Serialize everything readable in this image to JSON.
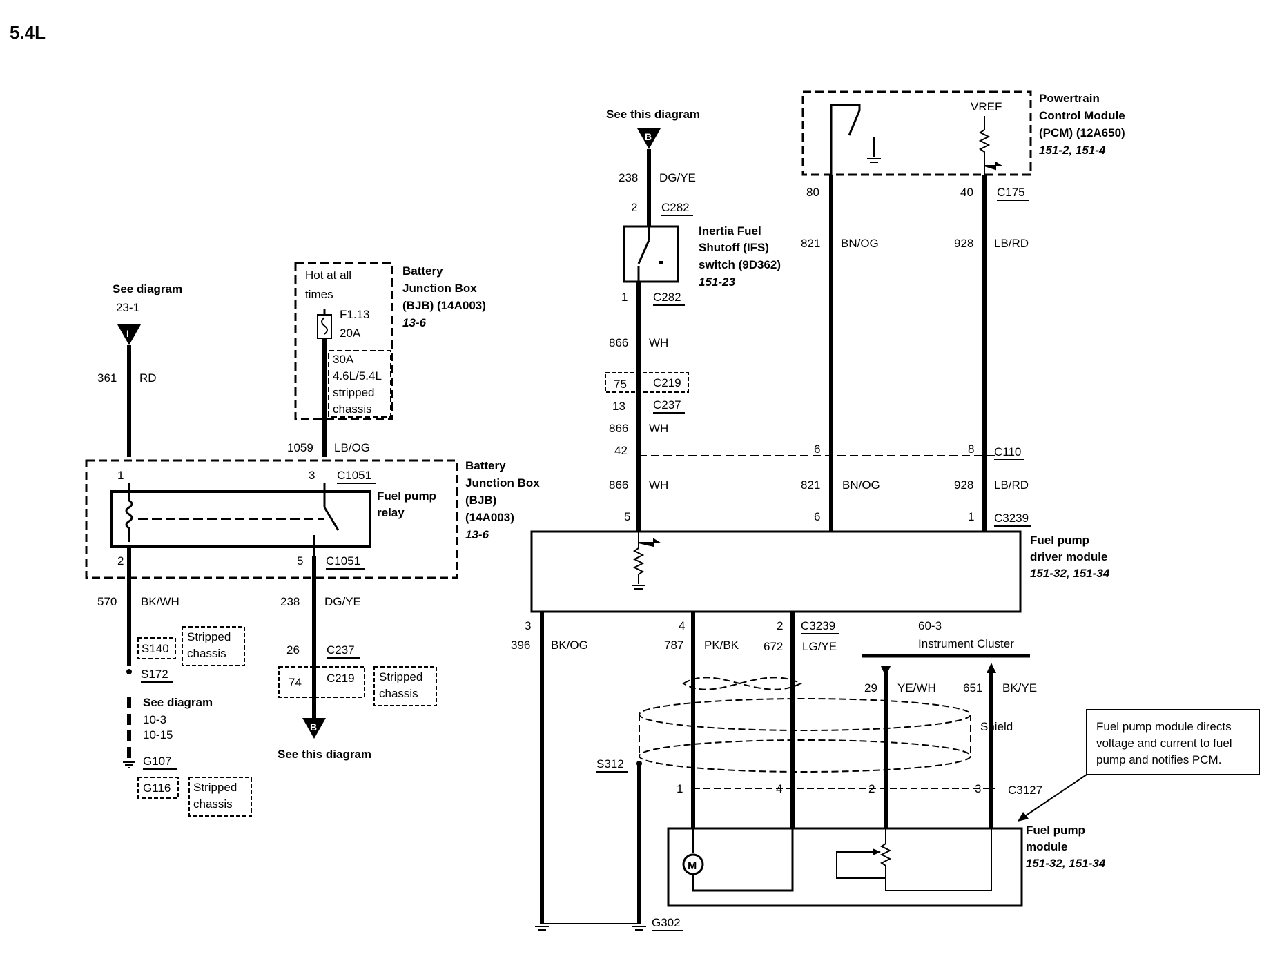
{
  "title": "5.4L",
  "left": {
    "see_diagram": "See diagram",
    "see_diagram_ref": "23-1",
    "connector_1": "I",
    "w361": "361",
    "rd": "RD",
    "bjb1": "Battery",
    "bjb2": "Junction Box",
    "bjb3": "(BJB) (14A003)",
    "bjb4": "13-6",
    "hot1": "Hot at all",
    "hot2": "times",
    "fuse": "F1.13",
    "fuse_amp": "20A",
    "n30a": "30A",
    "n46": "4.6L/5.4L",
    "nstr": "stripped",
    "nch": "chassis",
    "w1059": "1059",
    "lbog": "LB/OG",
    "p1": "1",
    "p3": "3",
    "c1051a": "C1051",
    "relay1": "Fuel pump",
    "relay2": "relay",
    "bjb5": "Battery",
    "bjb6": "Junction Box",
    "bjb7": "(BJB)",
    "bjb8": "(14A003)",
    "bjb9": "13-6",
    "p2": "2",
    "p5": "5",
    "c1051b": "C1051",
    "w570": "570",
    "bkwh": "BK/WH",
    "s140": "S140",
    "strip1": "Stripped",
    "chas1": "chassis",
    "s172": "S172",
    "see2": "See diagram",
    "ref2a": "10-3",
    "ref2b": "10-15",
    "g107": "G107",
    "g116": "G116",
    "strip2": "Stripped",
    "chas2": "chassis",
    "w238": "238",
    "dgye": "DG/YE",
    "p26": "26",
    "c237": "C237",
    "p74": "74",
    "c219": "C219",
    "strip3": "Stripped",
    "chas3": "chassis",
    "connector_b": "B",
    "see_this": "See this diagram"
  },
  "right": {
    "see_this": "See this diagram",
    "connector_b": "B",
    "w238": "238",
    "dgye": "DG/YE",
    "p2": "2",
    "c282a": "C282",
    "ifs1": "Inertia Fuel",
    "ifs2": "Shutoff (IFS)",
    "ifs3": "switch (9D362)",
    "ifs4": "151-23",
    "p1": "1",
    "c282b": "C282",
    "w866a": "866",
    "wha": "WH",
    "p75": "75",
    "c219": "C219",
    "p13": "13",
    "c237": "C237",
    "w866b": "866",
    "whb": "WH",
    "p42": "42",
    "p6a": "6",
    "p8": "8",
    "c110": "C110",
    "w866c": "866",
    "whc": "WH",
    "w821b": "821",
    "bnogb": "BN/OG",
    "w928b": "928",
    "lbrdb": "LB/RD",
    "p5": "5",
    "p6b": "6",
    "p1b": "1",
    "c3239a": "C3239",
    "pcm1": "Powertrain",
    "pcm2": "Control Module",
    "pcm3": "(PCM) (12A650)",
    "pcm4": "151-2, 151-4",
    "vref": "VREF",
    "p80": "80",
    "p40": "40",
    "c175": "C175",
    "w821a": "821",
    "bnoga": "BN/OG",
    "w928a": "928",
    "lbrda": "LB/RD",
    "fpdm1": "Fuel pump",
    "fpdm2": "driver module",
    "fpdm3": "151-32, 151-34",
    "p3": "3",
    "p4": "4",
    "p2b": "2",
    "c3239b": "C3239",
    "w396": "396",
    "bkog": "BK/OG",
    "w787": "787",
    "pkbk": "PK/BK",
    "w672": "672",
    "lgye": "LG/YE",
    "ic_ref": "60-3",
    "ic": "Instrument Cluster",
    "w29": "29",
    "yewh": "YE/WH",
    "w651": "651",
    "bkye": "BK/YE",
    "shield": "Shield",
    "note1": "Fuel pump module directs",
    "note2": "voltage and current to fuel",
    "note3": "pump and notifies PCM.",
    "s312": "S312",
    "q1": "1",
    "q4": "4",
    "q2": "2",
    "q3": "3",
    "c3127": "C3127",
    "fpm1": "Fuel pump",
    "fpm2": "module",
    "fpm3": "151-32, 151-34",
    "motor": "M",
    "g302": "G302"
  }
}
